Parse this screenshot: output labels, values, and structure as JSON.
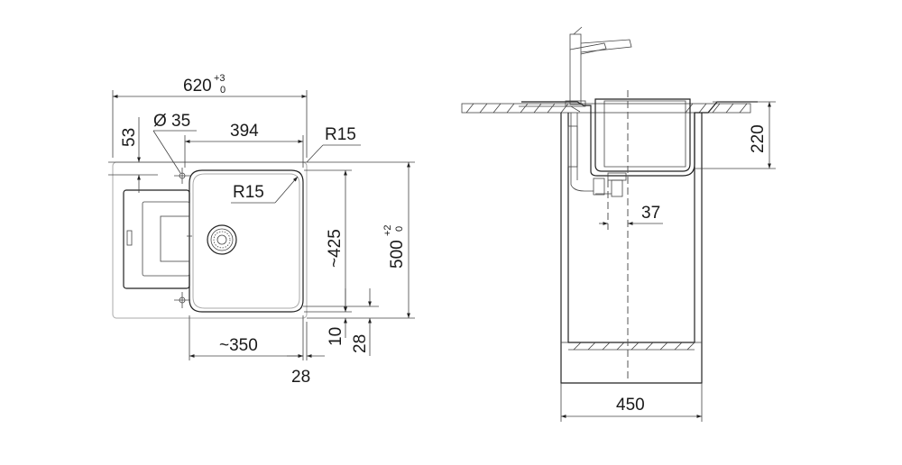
{
  "top_view": {
    "overall_width": {
      "value": "620",
      "tol_upper": "+3",
      "tol_lower": "0"
    },
    "overall_depth": {
      "value": "500",
      "tol_upper": "+2",
      "tol_lower": "0"
    },
    "hole_diameter": "Ø 35",
    "bowl_width": "394",
    "outer_corner_radius": "R15",
    "inner_corner_radius": "R15",
    "tap_offset": "53",
    "bowl_depth": "~425",
    "bowl_bottom_width": "~350",
    "right_margin": "28",
    "bottom_margin_inner": "10",
    "bottom_margin_outer": "28"
  },
  "side_view": {
    "bowl_height": "220",
    "drain_offset": "37",
    "cabinet_width": "450"
  }
}
